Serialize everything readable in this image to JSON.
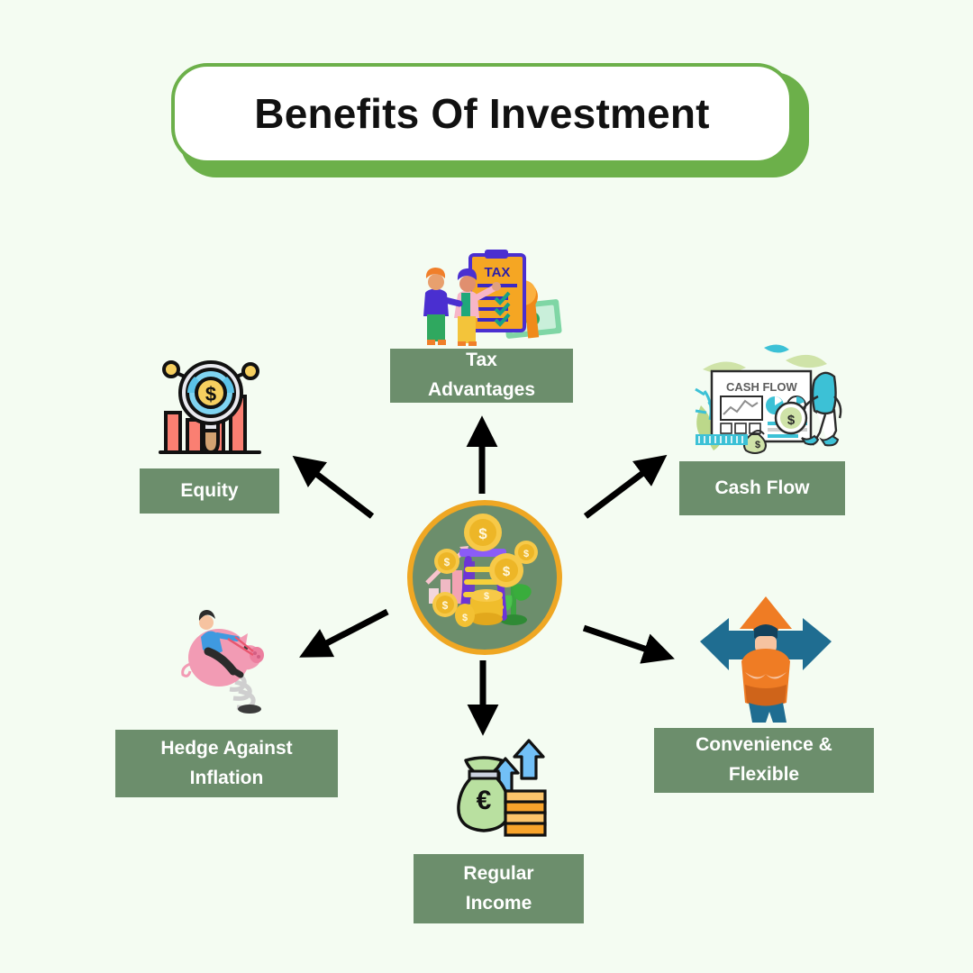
{
  "page": {
    "background_color": "#f4fcf2",
    "title": "Benefits Of Investment",
    "title_card_border_color": "#6cb04a",
    "title_card_shadow_color": "#6cb04a",
    "label_box_color": "#6c8e6c",
    "label_text_color": "#ffffff",
    "arrow_color": "#000000",
    "center_circle_color": "#6c8e6c",
    "center_ring_color": "#efa723"
  },
  "center": {
    "name": "investment-growth",
    "icon": "investment-ladder-coins-plant-icon",
    "elements": [
      "purple ladder",
      "gold dollar coins",
      "green money plant",
      "pink bar chart"
    ]
  },
  "benefits": [
    {
      "id": "tax-advantages",
      "label": "Tax Advantages",
      "label_lines": [
        "Tax",
        "Advantages"
      ],
      "icon": "tax-clipboard-people-icon",
      "icon_text": "TAX",
      "direction": "up"
    },
    {
      "id": "cash-flow",
      "label": "Cash Flow",
      "label_lines": [
        "Cash Flow"
      ],
      "icon": "cash-flow-dashboard-icon",
      "icon_text": "CASH FLOW",
      "direction": "up-right"
    },
    {
      "id": "convenience-flexible",
      "label": "Convenience & Flexible",
      "label_lines": [
        "Convenience &",
        "Flexible"
      ],
      "icon": "person-three-arrows-icon",
      "icon_text": "",
      "direction": "down-right"
    },
    {
      "id": "regular-income",
      "label": "Regular Income",
      "label_lines": [
        "Regular",
        "Income"
      ],
      "icon": "money-bag-euro-coins-arrows-icon",
      "icon_text": "€",
      "direction": "down"
    },
    {
      "id": "hedge-against-inflation",
      "label": "Hedge Against Inflation",
      "label_lines": [
        "Hedge Against",
        "Inflation"
      ],
      "icon": "piggy-bank-spring-rider-icon",
      "icon_text": "",
      "direction": "down-left"
    },
    {
      "id": "equity",
      "label": "Equity",
      "label_lines": [
        "Equity"
      ],
      "icon": "magnifier-dollar-bars-icon",
      "icon_text": "$",
      "direction": "up-left"
    }
  ]
}
